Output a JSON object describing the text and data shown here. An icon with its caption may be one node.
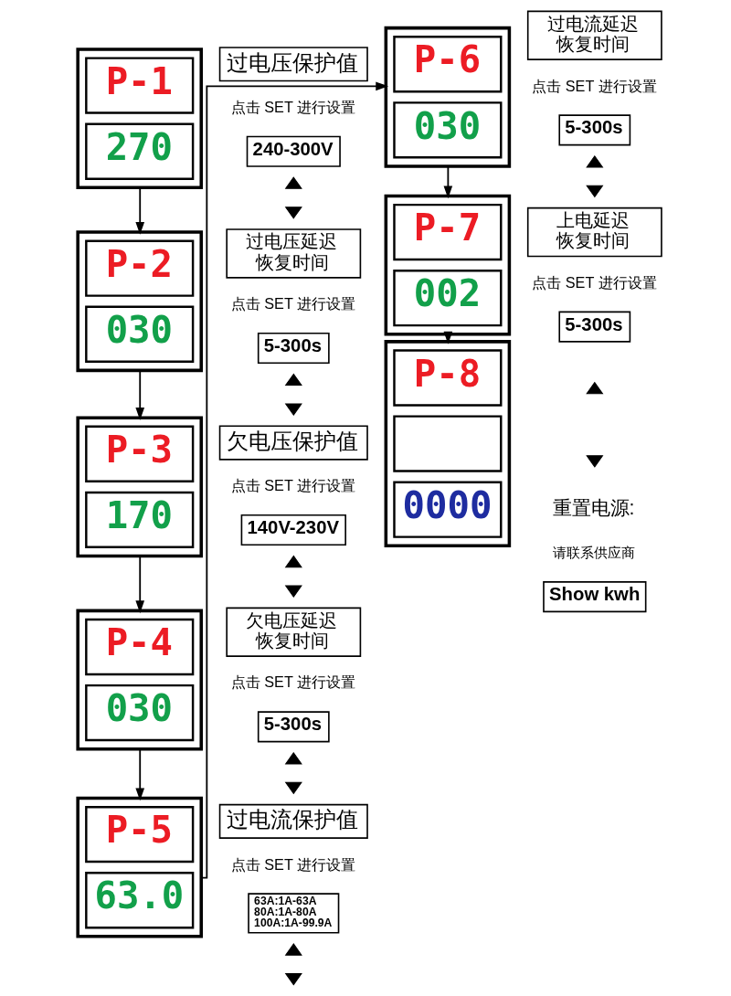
{
  "diagram": {
    "nodes": [
      {
        "text": [],
        "shape": "box"
      },
      {
        "text": [
          "P-1"
        ],
        "in": 0
      },
      {
        "text": [
          "270"
        ],
        "in": 0
      },
      {
        "text": [
          "过电压保护值"
        ]
      },
      {
        "text": [
          "240-300V"
        ]
      },
      {
        "text": [],
        "shape": "triangle"
      },
      {
        "text": [],
        "shape": "triangle"
      },
      {
        "text": [],
        "shape": "box"
      },
      {
        "text": [
          "P-6"
        ],
        "in": 7
      },
      {
        "text": [
          "030"
        ],
        "in": 7
      },
      {
        "text": [
          "过电流延迟恢复时间"
        ]
      },
      {
        "text": [
          "5-300s"
        ]
      },
      {
        "text": [],
        "shape": "triangle"
      },
      {
        "text": [],
        "shape": "triangle"
      },
      {
        "text": [],
        "shape": "box"
      },
      {
        "text": [
          "P-2"
        ],
        "in": 14
      },
      {
        "text": [
          "030"
        ],
        "in": 14
      },
      {
        "text": [
          "过电压延迟恢复时间"
        ]
      },
      {
        "text": [
          "5-300s"
        ]
      },
      {
        "text": [],
        "shape": "triangle"
      },
      {
        "text": [],
        "shape": "triangle"
      },
      {
        "text": [],
        "shape": "box"
      },
      {
        "text": [
          "P-7"
        ],
        "in": 21
      },
      {
        "text": [
          "002"
        ],
        "in": 21
      },
      {
        "text": [
          "上电延迟恢复时间"
        ]
      },
      {
        "text": [
          "5-300s"
        ]
      },
      {
        "text": [],
        "shape": "triangle"
      },
      {
        "text": [],
        "shape": "triangle"
      },
      {
        "text": [],
        "shape": "box"
      },
      {
        "text": [
          "P-3"
        ],
        "in": 28
      },
      {
        "text": [
          "170"
        ],
        "in": 28
      },
      {
        "text": [
          "欠电压保护值"
        ]
      },
      {
        "text": [
          "140V-230V"
        ]
      },
      {
        "text": [],
        "shape": "triangle"
      },
      {
        "text": [],
        "shape": "triangle"
      },
      {
        "text": [],
        "shape": "box"
      },
      {
        "text": [
          "P-8"
        ],
        "in": 35
      },
      {
        "text": [],
        "shape": "box",
        "in": 35
      },
      {
        "text": [
          "0000"
        ],
        "in": 35
      },
      {
        "text": [
          "Show kwh"
        ]
      },
      {
        "text": [],
        "shape": "box"
      },
      {
        "text": [
          "P-4"
        ],
        "in": 40
      },
      {
        "text": [
          "030"
        ],
        "in": 40
      },
      {
        "text": [
          "欠电压延迟恢复时间"
        ]
      },
      {
        "text": [
          "5-300s"
        ]
      },
      {
        "text": [],
        "shape": "triangle"
      },
      {
        "text": [],
        "shape": "triangle"
      },
      {
        "text": [],
        "shape": "box"
      },
      {
        "text": [
          "P-5"
        ],
        "in": 47
      },
      {
        "text": [
          "63.0"
        ],
        "in": 47
      },
      {
        "text": [
          "过电流保护值"
        ]
      },
      {
        "text": [
          "63A:1A-63A 80A:1A-80A 100A:1A-99.9A"
        ]
      },
      {
        "text": [],
        "shape": "triangle"
      },
      {
        "text": [],
        "shape": "triangle"
      }
    ],
    "edges": [
      {
        "from": 0,
        "to": 14,
        "arrow": "to"
      },
      {
        "from": 14,
        "to": 28,
        "arrow": "to"
      },
      {
        "from": 28,
        "to": 40,
        "arrow": "to"
      },
      {
        "from": 40,
        "to": 47,
        "arrow": "to"
      },
      {
        "from": 47,
        "to": 7,
        "arrow": "to"
      },
      {
        "from": 7,
        "to": 21,
        "arrow": "to"
      },
      {
        "from": 21,
        "to": 35,
        "arrow": "to"
      }
    ],
    "labels": [
      "点击 SET 进行设置",
      "点击 SET 进行设置",
      "点击 SET 进行设置",
      "点击 SET 进行设置",
      "点击 SET 进行设置",
      "点击 SET 进行设置",
      "重置电源:",
      "请联系供应商",
      "点击 SET 进行设置"
    ]
  }
}
